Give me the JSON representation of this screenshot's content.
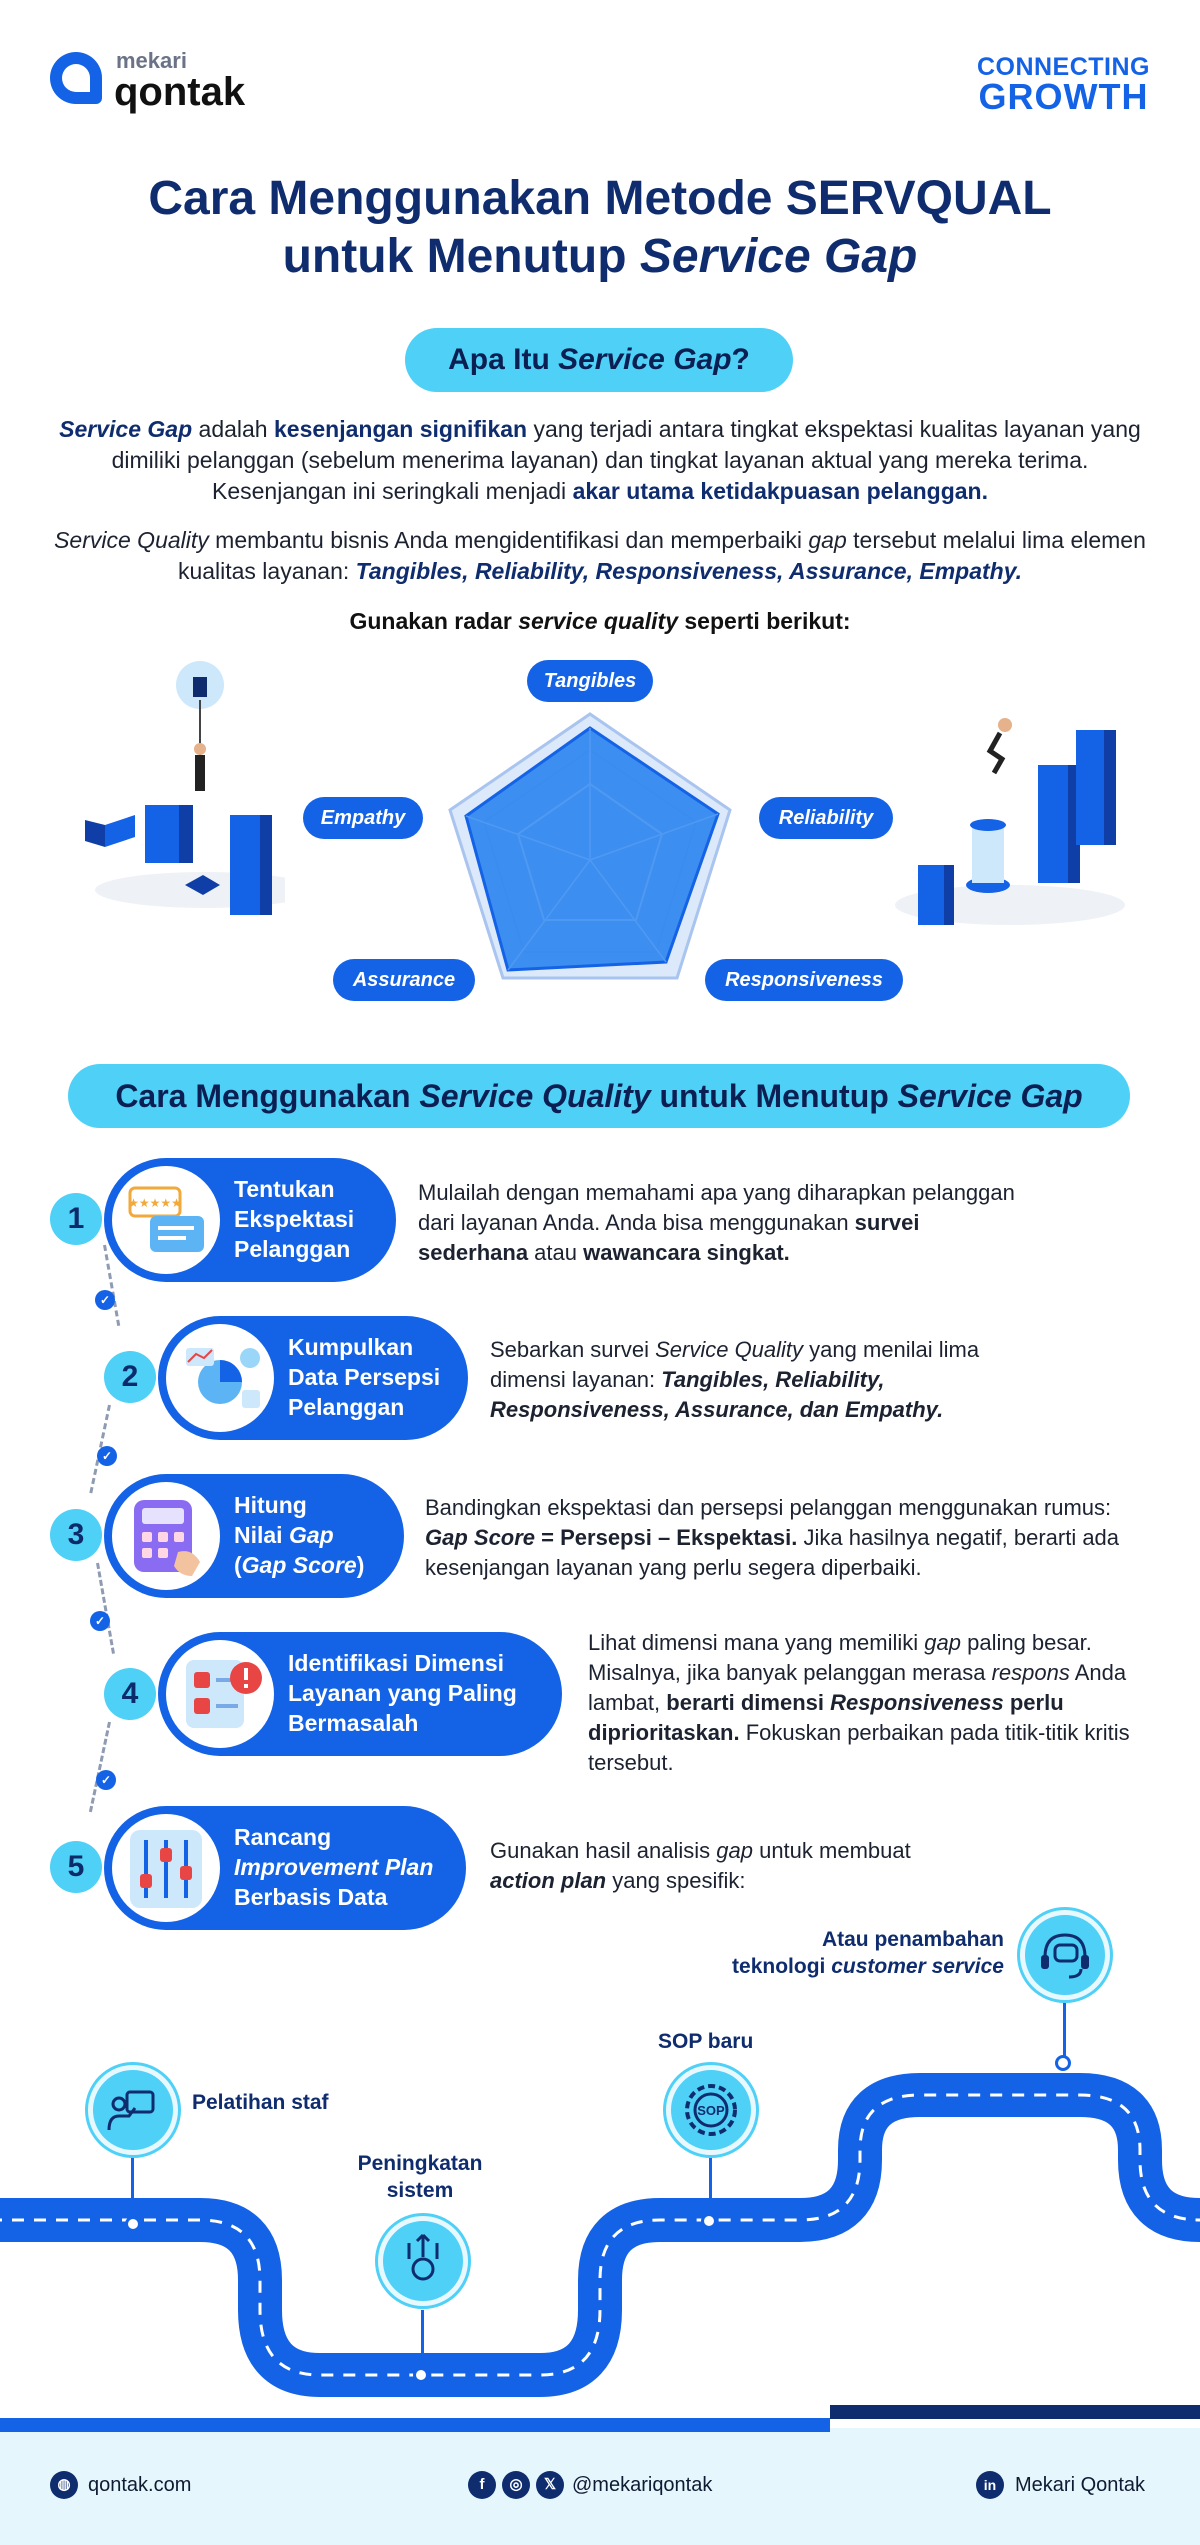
{
  "header": {
    "logo_small": "mekari",
    "logo_big": "qontak",
    "tagline_line1": "CONNECTING",
    "tagline_line2": "GROWTH"
  },
  "title": {
    "line1": "Cara Menggunakan Metode SERVQUAL",
    "line2_a": "untuk Menutup ",
    "line2_b": "Service Gap"
  },
  "section1": {
    "heading_a": "Apa Itu ",
    "heading_b": "Service Gap",
    "heading_c": "?",
    "p1": [
      {
        "t": "Service Gap",
        "s": "bi-navy"
      },
      {
        "t": " adalah ",
        "s": ""
      },
      {
        "t": "kesenjangan signifikan",
        "s": "b-navy"
      },
      {
        "t": " yang terjadi antara tingkat ekspektasi kualitas layanan yang dimiliki pelanggan (sebelum menerima layanan) dan tingkat layanan aktual yang mereka terima. Kesenjangan ini seringkali menjadi ",
        "s": ""
      },
      {
        "t": "akar utama ketidakpuasan pelanggan.",
        "s": "b-navy"
      }
    ],
    "p2": [
      {
        "t": "Service Quality",
        "s": "i"
      },
      {
        "t": " membantu bisnis Anda mengidentifikasi dan memperbaiki ",
        "s": ""
      },
      {
        "t": "gap",
        "s": "i"
      },
      {
        "t": " tersebut melalui lima elemen kualitas layanan: ",
        "s": ""
      },
      {
        "t": "Tangibles, Reliability, Responsiveness, Assurance, Empathy.",
        "s": "bi-navy"
      }
    ],
    "radar_caption_a": "Gunakan radar ",
    "radar_caption_b": "service quality",
    "radar_caption_c": " seperti berikut:",
    "radar_labels": {
      "tangibles": "Tangibles",
      "reliability": "Reliability",
      "responsiveness": "Responsiveness",
      "assurance": "Assurance",
      "empathy": "Empathy"
    }
  },
  "section2": {
    "heading_a": "Cara Menggunakan ",
    "heading_b": "Service Quality",
    "heading_c": " untuk Menutup ",
    "heading_d": "Service Gap"
  },
  "steps": [
    {
      "num": "1",
      "title": [
        {
          "t": "Tentukan",
          "s": ""
        },
        {
          "t": "\n",
          "s": ""
        },
        {
          "t": "Ekspektasi",
          "s": ""
        },
        {
          "t": "\n",
          "s": ""
        },
        {
          "t": "Pelanggan",
          "s": ""
        }
      ],
      "desc": [
        {
          "t": "Mulailah dengan memahami apa yang diharapkan pelanggan dari layanan Anda. Anda bisa menggunakan ",
          "s": ""
        },
        {
          "t": "survei sederhana",
          "s": "b"
        },
        {
          "t": " atau ",
          "s": ""
        },
        {
          "t": "wawancara singkat.",
          "s": "b"
        }
      ]
    },
    {
      "num": "2",
      "title": [
        {
          "t": "Kumpulkan",
          "s": ""
        },
        {
          "t": "\n",
          "s": ""
        },
        {
          "t": "Data Persepsi",
          "s": ""
        },
        {
          "t": "\n",
          "s": ""
        },
        {
          "t": "Pelanggan",
          "s": ""
        }
      ],
      "desc": [
        {
          "t": "Sebarkan survei ",
          "s": ""
        },
        {
          "t": "Service Quality",
          "s": "i"
        },
        {
          "t": " yang menilai lima dimensi layanan: ",
          "s": ""
        },
        {
          "t": "Tangibles, Reliability, Responsiveness, Assurance, dan Empathy.",
          "s": "bi"
        }
      ]
    },
    {
      "num": "3",
      "title": [
        {
          "t": "Hitung",
          "s": ""
        },
        {
          "t": "\n",
          "s": ""
        },
        {
          "t": "Nilai ",
          "s": ""
        },
        {
          "t": "Gap",
          "s": "i"
        },
        {
          "t": "\n",
          "s": ""
        },
        {
          "t": "(",
          "s": ""
        },
        {
          "t": "Gap Score",
          "s": "i"
        },
        {
          "t": ")",
          "s": ""
        }
      ],
      "desc": [
        {
          "t": "Bandingkan ekspektasi dan persepsi pelanggan menggunakan rumus: ",
          "s": ""
        },
        {
          "t": "Gap Score",
          "s": "bi"
        },
        {
          "t": " = Persepsi – Ekspektasi.",
          "s": "b"
        },
        {
          "t": " Jika hasilnya negatif, berarti ada kesenjangan layanan yang perlu segera diperbaiki.",
          "s": ""
        }
      ]
    },
    {
      "num": "4",
      "title": [
        {
          "t": "Identifikasi Dimensi",
          "s": ""
        },
        {
          "t": "\n",
          "s": ""
        },
        {
          "t": "Layanan yang Paling",
          "s": ""
        },
        {
          "t": "\n",
          "s": ""
        },
        {
          "t": "Bermasalah",
          "s": ""
        }
      ],
      "desc": [
        {
          "t": "Lihat dimensi mana yang memiliki ",
          "s": ""
        },
        {
          "t": "gap",
          "s": "i"
        },
        {
          "t": " paling besar. Misalnya, jika banyak pelanggan merasa ",
          "s": ""
        },
        {
          "t": "respons",
          "s": "i"
        },
        {
          "t": " Anda lambat, ",
          "s": ""
        },
        {
          "t": "berarti dimensi ",
          "s": "b"
        },
        {
          "t": "Responsiveness",
          "s": "bi"
        },
        {
          "t": " perlu diprioritaskan.",
          "s": "b"
        },
        {
          "t": " Fokuskan perbaikan pada titik-titik kritis tersebut.",
          "s": ""
        }
      ]
    },
    {
      "num": "5",
      "title": [
        {
          "t": "Rancang",
          "s": ""
        },
        {
          "t": "\n",
          "s": ""
        },
        {
          "t": "Improvement Plan",
          "s": "i"
        },
        {
          "t": "\n",
          "s": ""
        },
        {
          "t": "Berbasis Data",
          "s": ""
        }
      ],
      "desc": [
        {
          "t": "Gunakan hasil analisis ",
          "s": ""
        },
        {
          "t": "gap",
          "s": "i"
        },
        {
          "t": " untuk membuat ",
          "s": ""
        },
        {
          "t": "action plan",
          "s": "bi"
        },
        {
          "t": " yang spesifik:",
          "s": ""
        }
      ]
    }
  ],
  "roadmap": {
    "pelatihan": "Pelatihan staf",
    "peningkatan_1": "Peningkatan",
    "peningkatan_2": "sistem",
    "sop": "SOP baru",
    "sop_icon_text": "SOP",
    "teknologi_1": "Atau penambahan",
    "teknologi_2a": "teknologi ",
    "teknologi_2b": "customer service"
  },
  "footer": {
    "website": "qontak.com",
    "social": "@mekariqontak",
    "linkedin": "Mekari Qontak"
  },
  "colors": {
    "primary": "#1463e6",
    "navy": "#0f2d6e",
    "cyan": "#4fd0f7",
    "road": "#1463e6"
  }
}
